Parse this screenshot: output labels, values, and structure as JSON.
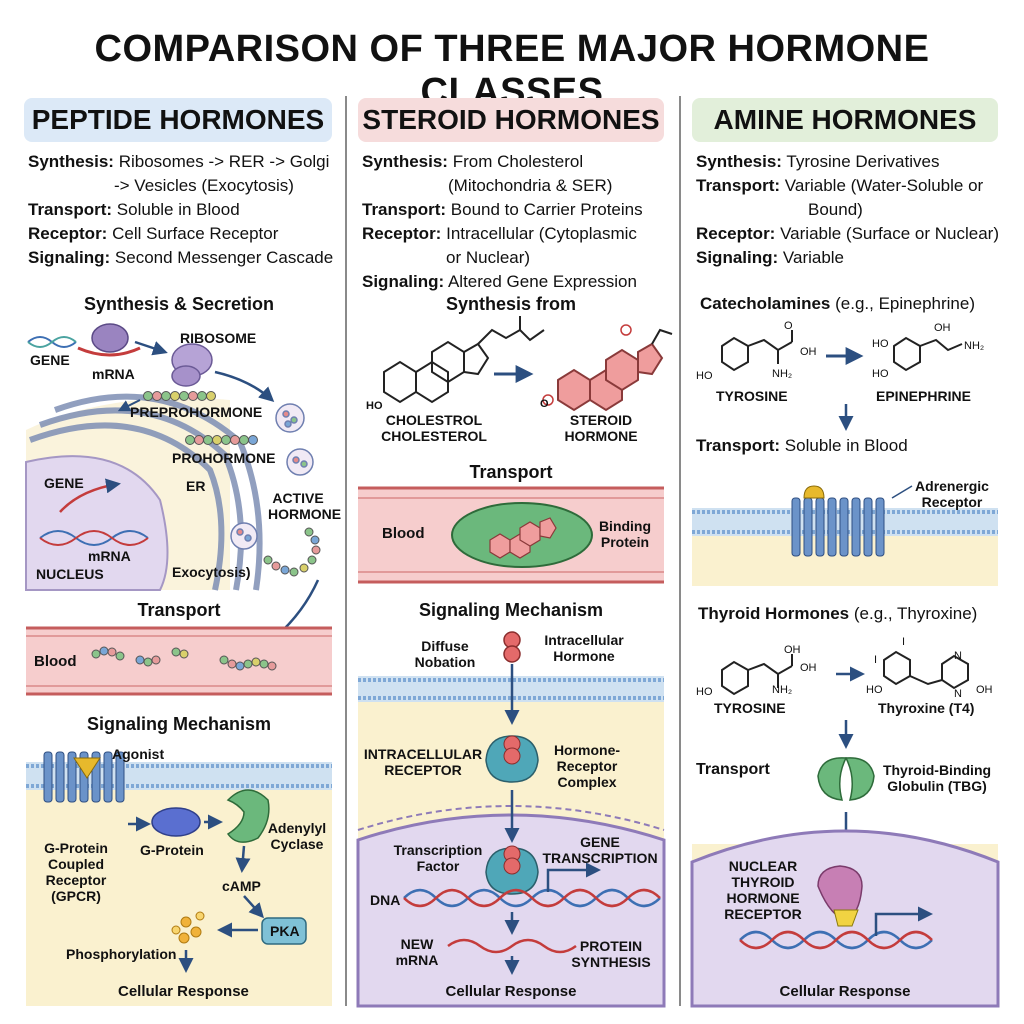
{
  "title": "COMPARISON OF THREE MAJOR HORMONE CLASSES",
  "colors": {
    "peptide_header": "#dce9f7",
    "steroid_header": "#f6dcdc",
    "amine_header": "#e2efda",
    "blood": "#f4c7c7",
    "membrane": "#bcd7ee",
    "nucleus": "#ddd3ec",
    "cytoplasm": "#faf1cf"
  },
  "peptide": {
    "header": "PEPTIDE HORMONES",
    "specs": [
      {
        "k": "Synthesis:",
        "v": "Ribosomes -> RER -> Golgi"
      },
      {
        "k": "",
        "v": "-> Vesicles (Exocytosis)"
      },
      {
        "k": "Transport:",
        "v": "Soluble in Blood"
      },
      {
        "k": "Receptor:",
        "v": "Cell Surface Receptor"
      },
      {
        "k": "Signaling:",
        "v": "Second Messenger Cascade"
      }
    ],
    "synth_title": "Synthesis & Secretion",
    "labels": {
      "gene": "GENE",
      "mrna": "mRNA",
      "ribosome": "RIBOSOME",
      "preprohormone": "PREPROHORMONE",
      "prohormone": "PROHORMONE",
      "er": "ER",
      "active": "ACTIVE",
      "hormone": "HORMONE",
      "exocytosis": "Exocytosis)",
      "gene2": "GENE",
      "mrna2": "mRNA",
      "nucleus": "NUCLEUS"
    },
    "transport_title": "Transport",
    "blood": "Blood",
    "signal_title": "Signaling Mechanism",
    "sig": {
      "agonist": "Agonist",
      "gpcr1": "G-Protein",
      "gpcr2": "Coupled",
      "gpcr3": "Receptor",
      "gpcr4": "(GPCR)",
      "gprotein": "G-Protein",
      "adenylyl1": "Adenylyl",
      "adenylyl2": "Cyclase",
      "camp": "cAMP",
      "pka": "PKA",
      "phos": "Phosphorylation",
      "response": "Cellular Response"
    }
  },
  "steroid": {
    "header": "STEROID HORMONES",
    "specs": [
      {
        "k": "Synthesis:",
        "v": "From Cholesterol"
      },
      {
        "k": "",
        "v": "(Mitochondria & SER)"
      },
      {
        "k": "Transport:",
        "v": "Bound to Carrier Proteins"
      },
      {
        "k": "Receptor:",
        "v": "Intracellular (Cytoplasmic"
      },
      {
        "k": "",
        "v": "or Nuclear)"
      },
      {
        "k": "Signaling:",
        "v": "Altered Gene Expression"
      }
    ],
    "synth_title": "Synthesis from",
    "labels": {
      "cholestrol": "CHOLESTROL",
      "cholesterol": "CHOLESTEROL",
      "steroid": "STEROID",
      "hormone": "HORMONE",
      "ho": "HO",
      "o": "O"
    },
    "transport_title": "Transport",
    "blood": "Blood",
    "binding1": "Binding",
    "binding2": "Protein",
    "signal_title": "Signaling Mechanism",
    "sig": {
      "diffuse1": "Diffuse",
      "diffuse2": "Nobation",
      "intra1": "Intracellular",
      "intra2": "Hormone",
      "receptor1": "INTRACELLULAR",
      "receptor2": "RECEPTOR",
      "complex1": "Hormone-",
      "complex2": "Receptor",
      "complex3": "Complex",
      "tf1": "Transcription",
      "tf2": "Factor",
      "gene1": "GENE",
      "gene2": "TRANSCRIPTION",
      "dna": "DNA",
      "new1": "NEW",
      "new2": "mRNA",
      "prot1": "PROTEIN",
      "prot2": "SYNTHESIS",
      "response": "Cellular Response"
    }
  },
  "amine": {
    "header": "AMINE HORMONES",
    "specs": [
      {
        "k": "Synthesis:",
        "v": "Tyrosine Derivatives"
      },
      {
        "k": "Transport:",
        "v": "Variable (Water-Soluble or"
      },
      {
        "k": "",
        "v": "Bound)"
      },
      {
        "k": "Receptor:",
        "v": "Variable (Surface or Nuclear)"
      },
      {
        "k": "Signaling:",
        "v": "Variable"
      }
    ],
    "cat_title_b": "Catecholamines",
    "cat_title_n": "(e.g., Epinephrine)",
    "chem": {
      "o": "O",
      "oh": "OH",
      "nh2": "NH₂",
      "ho": "HO",
      "i": "I",
      "n": "N"
    },
    "tyrosine": "TYROSINE",
    "epinephrine": "EPINEPHRINE",
    "transport_b": "Transport:",
    "transport_n": "Soluble in Blood",
    "adrenergic1": "Adrenergic",
    "adrenergic2": "Receptor",
    "thy_title_b": "Thyroid Hormones",
    "thy_title_n": "(e.g., Thyroxine)",
    "tyrosine2": "TYROSINE",
    "thyroxine": "Thyroxine (T4)",
    "transport2": "Transport",
    "tbg1": "Thyroid-Binding",
    "tbg2": "Globulin (TBG)",
    "ntr1": "NUCLEAR",
    "ntr2": "THYROID",
    "ntr3": "HORMONE",
    "ntr4": "RECEPTOR",
    "response": "Cellular Response"
  }
}
